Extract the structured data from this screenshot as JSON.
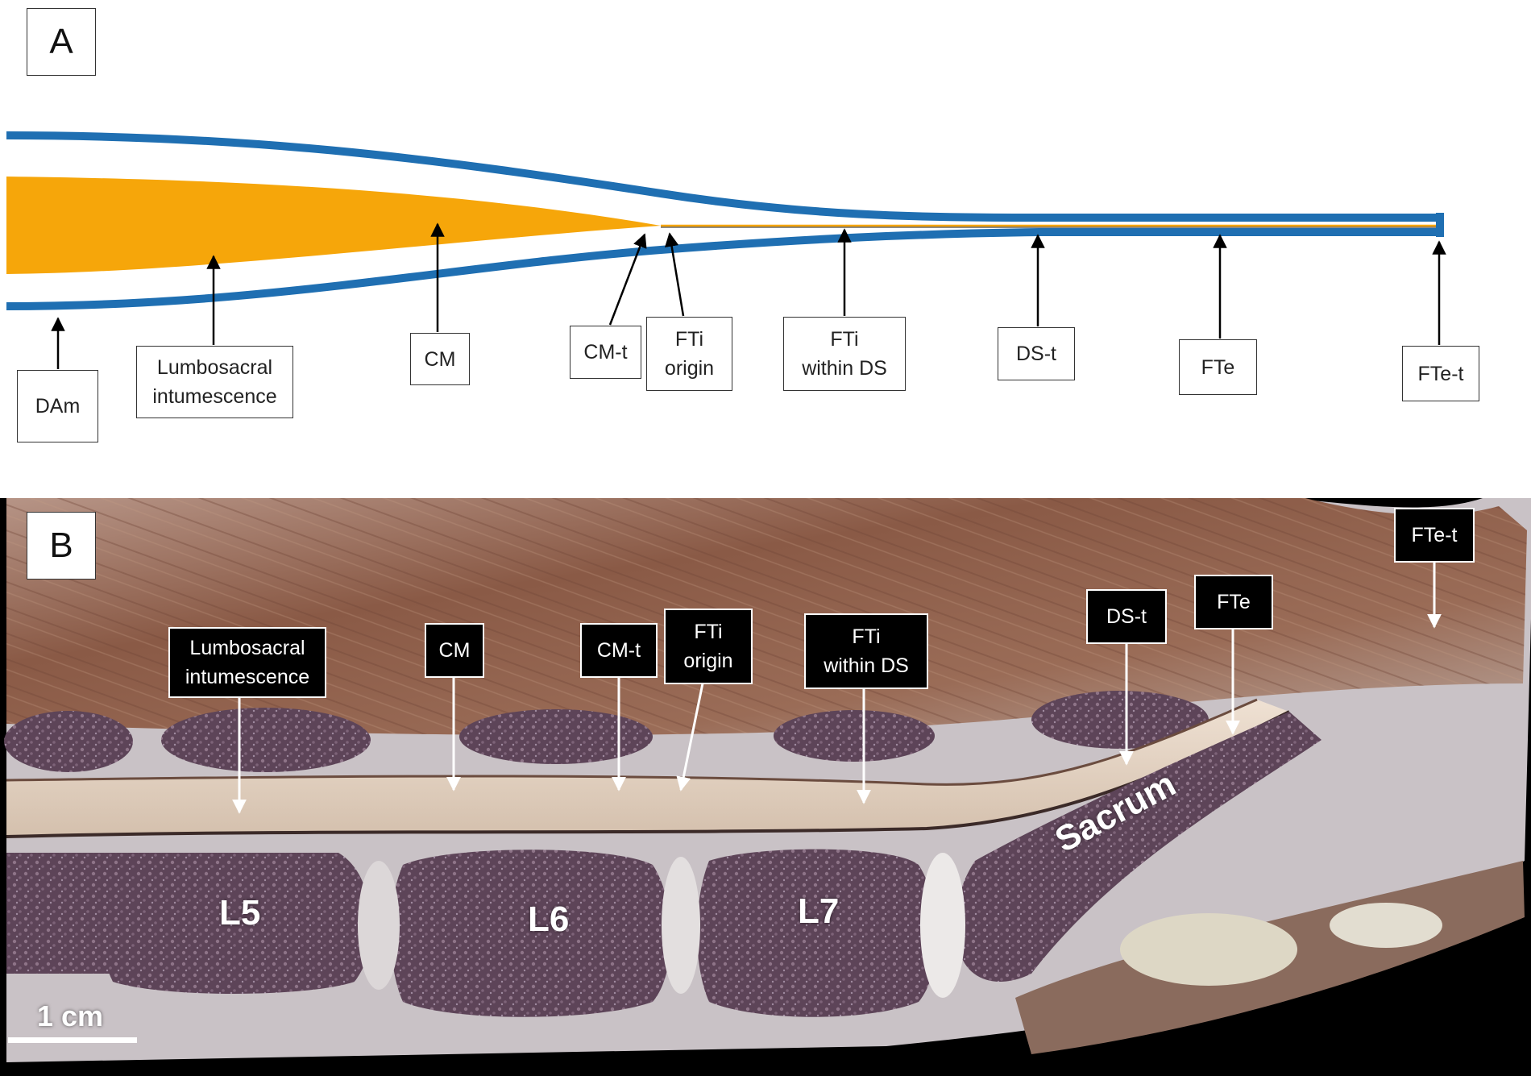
{
  "panel_a": {
    "letter": "A",
    "labels": {
      "dam": "DAm",
      "lumbosacral": "Lumbosacral\nintumescence",
      "cm": "CM",
      "cm_t": "CM-t",
      "fti_origin": "FTi\norigin",
      "fti_within_ds": "FTi\nwithin DS",
      "ds_t": "DS-t",
      "fte": "FTe",
      "fte_t": "FTe-t"
    },
    "colors": {
      "dura": "#1f6fb2",
      "cord": "#f6a60a",
      "arrow": "#000000"
    }
  },
  "panel_b": {
    "letter": "B",
    "labels": {
      "lumbosacral": "Lumbosacral\nintumescence",
      "cm": "CM",
      "cm_t": "CM-t",
      "fti_origin": "FTi\norigin",
      "fti_within_ds": "FTi\nwithin DS",
      "ds_t": "DS-t",
      "fte": "FTe",
      "fte_t": "FTe-t"
    },
    "vertebrae": {
      "l5": "L5",
      "l6": "L6",
      "l7": "L7",
      "sacrum": "Sacrum"
    },
    "scale_bar": "1 cm"
  }
}
